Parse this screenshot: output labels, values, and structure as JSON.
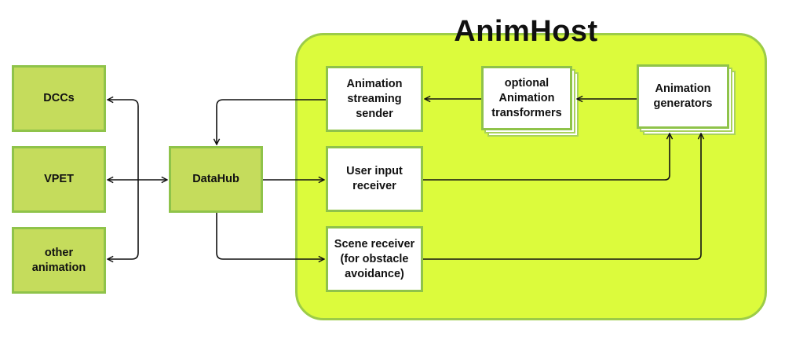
{
  "region": {
    "title": "AnimHost"
  },
  "nodes": {
    "dccs": "DCCs",
    "vpet": "VPET",
    "other_animation": "other\nanimation",
    "datahub": "DataHub",
    "animation_streaming_sender": "Animation\nstreaming\nsender",
    "optional_animation_transformers": "optional\nAnimation\ntransformers",
    "animation_generators": "Animation\ngenerators",
    "user_input_receiver": "User input\nreceiver",
    "scene_receiver": "Scene receiver\n(for obstacle\navoidance)"
  },
  "colors": {
    "region_fill": "#dcfb3c",
    "region_border": "#9ccc48",
    "node_green_fill": "#c5dc5c",
    "node_border": "#8fc34a",
    "edge": "#111111"
  }
}
